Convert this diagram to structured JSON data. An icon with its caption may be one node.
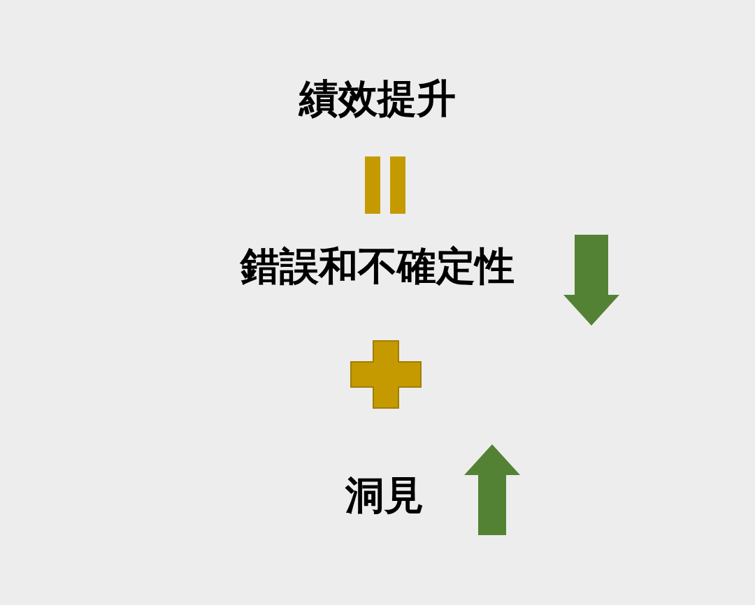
{
  "diagram": {
    "labels": [
      "績效提升",
      "錯誤和不確定性",
      "洞見"
    ]
  }
}
